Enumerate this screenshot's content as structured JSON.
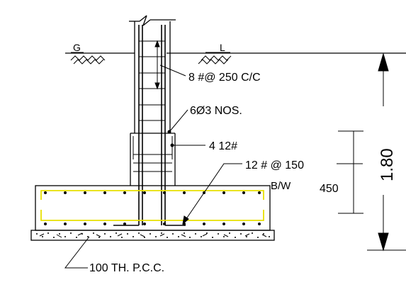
{
  "ground_label_left": "G",
  "ground_label_right": "L",
  "labels": {
    "column_ties": "8 #@ 250 C/C",
    "pedestal_ties": "6Ø3 NOS.",
    "pedestal_bars": "4 12#",
    "footing_mesh": "12 # @ 150",
    "mesh_note": "B/W",
    "footing_depth": "450",
    "depth_below_gl": "1.80",
    "pcc": "100 TH. P.C.C."
  },
  "colors": {
    "rebar_highlight": "#e8e000",
    "line": "#000000"
  }
}
